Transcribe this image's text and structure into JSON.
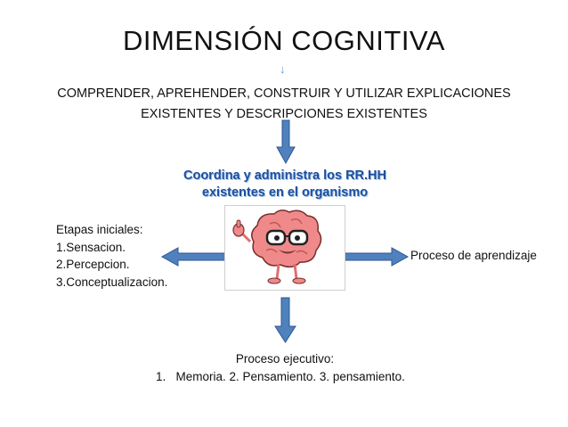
{
  "title": "DIMENSIÓN COGNITIVA",
  "subtitle_line1": "COMPRENDER, APREHENDER, CONSTRUIR Y UTILIZAR EXPLICACIONES",
  "subtitle_line2": "EXISTENTES Y DESCRIPCIONES EXISTENTES",
  "highlight_line1": "Coordina y administra los RR.HH",
  "highlight_line2": "existentes en el organismo",
  "left_block": {
    "heading": "Etapas iniciales:",
    "items": [
      "1.Sensacion.",
      "2.Percepcion.",
      "3.Conceptualizacion."
    ]
  },
  "right_label": "Proceso de aprendizaje",
  "bottom_block": {
    "heading": "Proceso ejecutivo:",
    "line": "1.   Memoria. 2. Pensamiento. 3. pensamiento."
  },
  "colors": {
    "arrow_fill": "#4f81bd",
    "arrow_stroke": "#2f5597",
    "highlight_text": "#1f4e9b",
    "brain_pink": "#f08a8a"
  },
  "icons": {
    "brain": "cartoon-brain-with-glasses-thumbs-up-icon",
    "small_arrow": "small-down-arrow-icon"
  }
}
